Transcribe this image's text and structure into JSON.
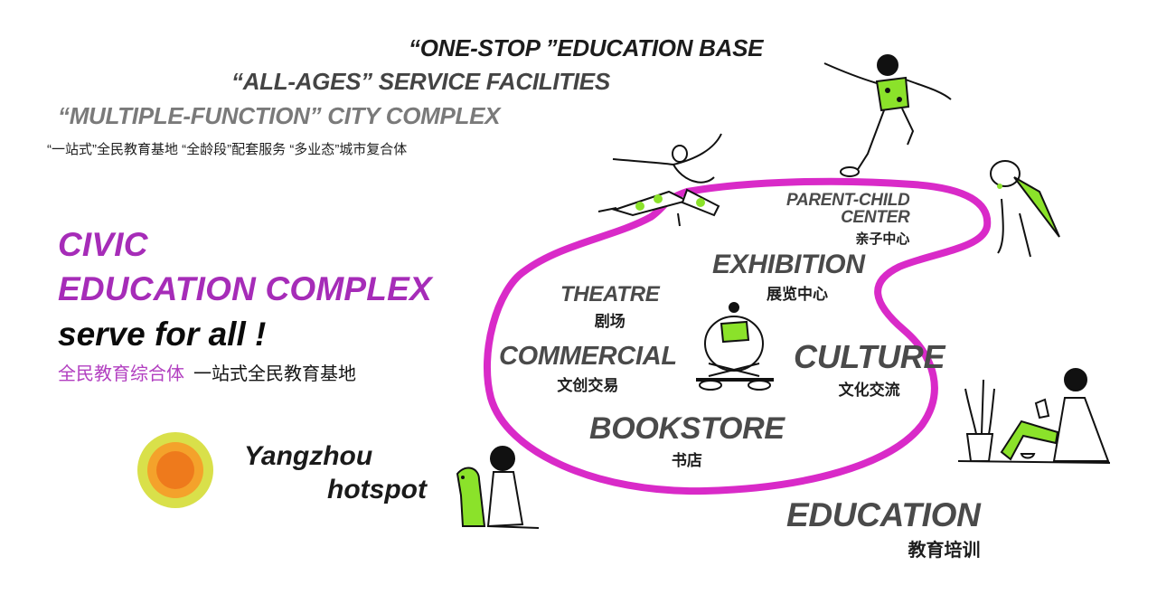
{
  "slogans": {
    "line1": "“ONE-STOP ”EDUCATION BASE",
    "line2": "“ALL-AGES” SERVICE FACILITIES",
    "line3": "“MULTIPLE-FUNCTION” CITY COMPLEX",
    "chinese": "“一站式”全民教育基地 “全龄段”配套服务 “多业态”城市复合体"
  },
  "title": {
    "line1": "CIVIC",
    "line2": "EDUCATION COMPLEX",
    "tagline": "serve for all !",
    "subtitle_pink": "全民教育综合体",
    "subtitle_dark": "一站式全民教育基地"
  },
  "hotspot": {
    "line1": "Yangzhou",
    "line2": "hotspot",
    "icon": "sun-circle-icon",
    "colors": {
      "outer": "#d9e04a",
      "middle": "#f4a22b",
      "inner": "#ee7a1c"
    }
  },
  "zones": {
    "parent_child": {
      "en_line1": "PARENT-CHILD",
      "en_line2": "CENTER",
      "cn": "亲子中心"
    },
    "exhibition": {
      "en": "EXHIBITION",
      "cn": "展览中心"
    },
    "theatre": {
      "en": "THEATRE",
      "cn": "剧场"
    },
    "commercial": {
      "en": "COMMERCIAL",
      "cn": "文创交易"
    },
    "culture": {
      "en": "CULTURE",
      "cn": "文化交流"
    },
    "bookstore": {
      "en": "BOOKSTORE",
      "cn": "书店"
    },
    "education": {
      "en": "EDUCATION",
      "cn": "教育培训"
    }
  },
  "colors": {
    "loop": "#d92ac8",
    "title_purple": "#a62cb8",
    "accent_green": "#8be22a",
    "zone_text": "#4a4a4a"
  },
  "illustrations": [
    "leaping-dancer-illustration",
    "jumping-boy-illustration",
    "child-carrying-crocodile-illustration",
    "reading-cross-legged-figure-illustration",
    "woman-reading-with-plant-illustration",
    "woman-with-dog-illustration"
  ]
}
